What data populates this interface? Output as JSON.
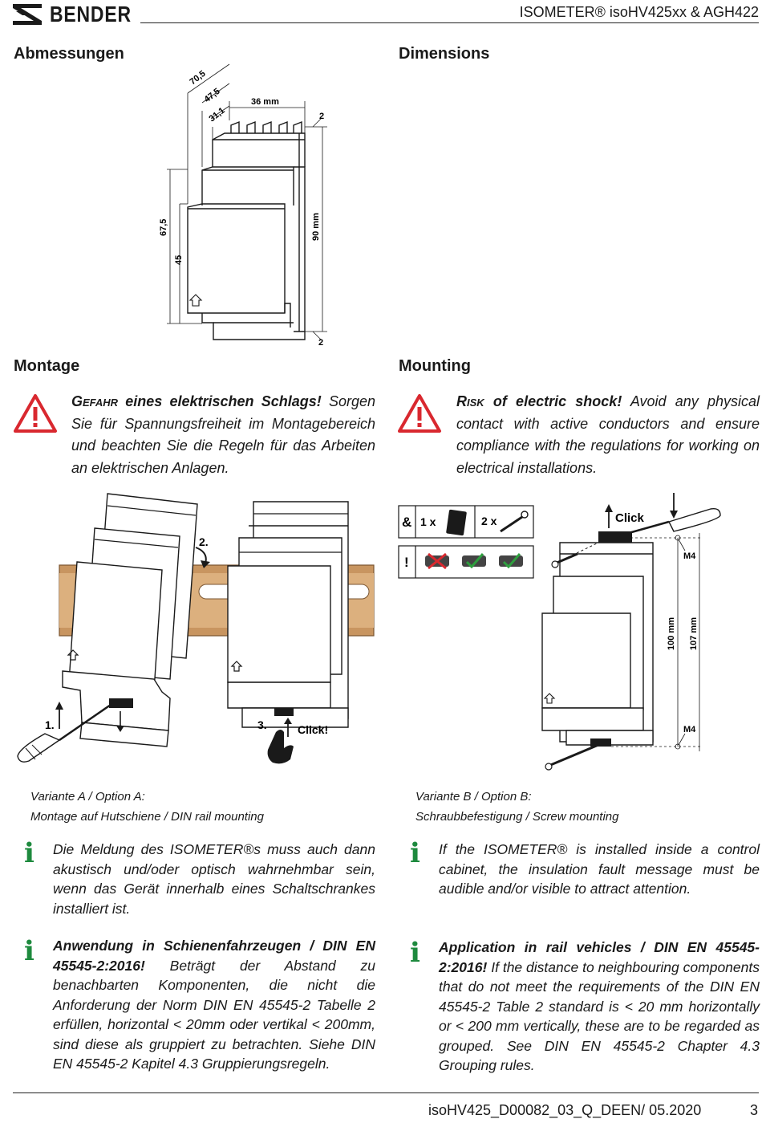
{
  "header": {
    "brand": "BENDER",
    "title": "ISOMETER® isoHV425xx & AGH422"
  },
  "sections": {
    "dimensions_de": "Abmessungen",
    "dimensions_en": "Dimensions",
    "mounting_de": "Montage",
    "mounting_en": "Mounting"
  },
  "dim_labels": {
    "d705": "70,5",
    "d475": "47,5",
    "d311": "31,1",
    "w36": "36 mm",
    "top2": "2",
    "bot2": "2",
    "h675": "67,5",
    "h45": "45",
    "h90": "90 mm"
  },
  "warning_de": {
    "lead": "Gefahr",
    "title": "eines elektrischen Schlags!",
    "text": "Sorgen Sie für Spannungsfreiheit im Montagebereich und beachten Sie die Regeln für das Arbeiten an elektrischen Anlagen."
  },
  "warning_en": {
    "lead": "Risk",
    "title": "of electric shock!",
    "text": "Avoid any physical contact with active conductors and ensure compliance with the regulations for working on electrical installations."
  },
  "diagram_a": {
    "step1": "1.",
    "step2": "2.",
    "step3": "3.",
    "click": "Click!"
  },
  "diagram_b": {
    "amp": "&",
    "qty1": "1 x",
    "qty2": "2 x",
    "excl": "!",
    "click": "Click",
    "m4_top": "M4",
    "m4_bot": "M4",
    "h100": "100 mm",
    "h107": "107 mm"
  },
  "captions": {
    "a_line1": "Variante A / Option A:",
    "a_line2": "Montage auf Hutschiene / DIN rail mounting",
    "b_line1": "Variante B / Option B:",
    "b_line2": "Schraubbefestigung / Screw mounting"
  },
  "info_de": {
    "note1": "Die Meldung des ISOMETER®s muss auch dann akustisch und/oder optisch wahrnehmbar sein, wenn das Gerät innerhalb eines Schaltschrankes installiert ist.",
    "note2_title": "Anwendung in Schienenfahrzeugen / DIN EN 45545-2:2016!",
    "note2_text": "Beträgt der Abstand zu benachbarten Komponenten, die nicht die Anforderung der Norm DIN EN 45545-2 Tabelle 2 erfüllen, horizontal < 20mm oder vertikal < 200mm, sind diese als gruppiert zu betrachten. Siehe DIN EN 45545-2 Kapitel 4.3 Gruppierungsregeln."
  },
  "info_en": {
    "note1": "If the ISOMETER® is installed inside a control cabinet, the insulation fault message must be audible and/or visible to attract attention.",
    "note2_title": "Application in rail vehicles / DIN EN 45545-2:2016!",
    "note2_text": "If the distance to neighbouring components that do not meet the requirements of the DIN EN 45545-2 Table 2 standard is < 20 mm horizontally or < 200 mm vertically, these are to be regarded as grouped. See DIN EN 45545-2 Chapter 4.3 Grouping rules."
  },
  "footer": {
    "doc": "isoHV425_D00082_03_Q_DEEN/ 05.2020",
    "page": "3"
  },
  "colors": {
    "warning_red": "#d9282f",
    "info_green": "#1e8a3e",
    "rail_brown": "#c89560",
    "check_green": "#2e9e3e"
  },
  "icons": [
    "bender-logo-icon",
    "warning-triangle-icon",
    "info-icon",
    "screwdriver-icon",
    "hand-icon",
    "screw-icon"
  ]
}
